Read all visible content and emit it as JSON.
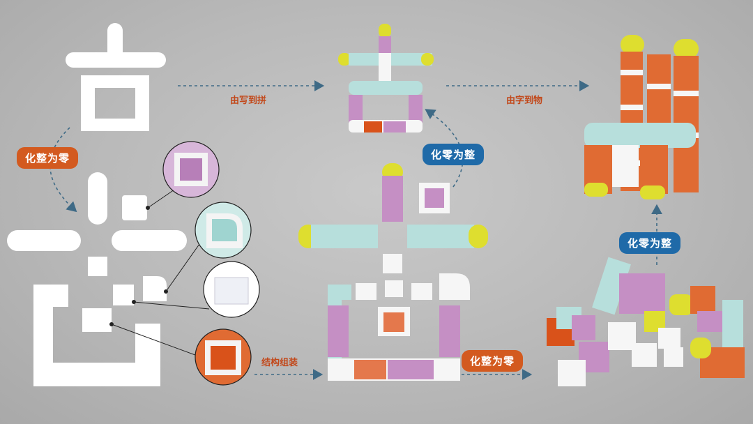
{
  "labels": {
    "split_left": "化整为零",
    "write_to_assemble": "由写到拼",
    "char_to_object": "由字到物",
    "combine_mid": "化零为整",
    "combine_right": "化零为整",
    "structure_assembly": "结构组装",
    "split_bottom": "化整为零"
  },
  "colors": {
    "orange": "#d35a1f",
    "blue": "#1f6aa8",
    "purple": "#c58fc4",
    "mint": "#b7dfdc",
    "yellow": "#dede2f",
    "coral": "#e4784c",
    "white": "#f6f6f6",
    "arrow": "#3e6a86"
  },
  "character": "古"
}
